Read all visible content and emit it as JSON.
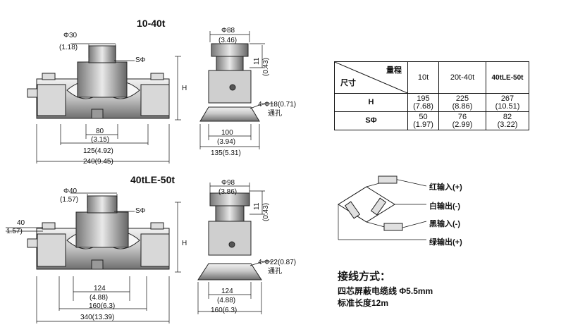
{
  "top_view": {
    "title": "10-40t",
    "d_pin": "Φ30",
    "d_pin_in": "(1.18)",
    "sphi": "SΦ",
    "h": "H",
    "w80": "80",
    "w80_in": "(3.15)",
    "w125": "125(4.92)",
    "w240": "240(9.45)",
    "side_d": "Φ88",
    "side_d_in": "(3.46)",
    "side_11": "11",
    "side_11_in": "(0.43)",
    "hole": "4-Φ18(0.71)",
    "hole_note": "通孔",
    "side_100": "100",
    "side_100_in": "(3.94)",
    "side_135": "135(5.31)"
  },
  "bottom_view": {
    "title": "40tLE-50t",
    "d_pin": "Φ40",
    "d_pin_in": "(1.57)",
    "sphi": "SΦ",
    "h": "H",
    "w40": "40",
    "w40_in": "1.57)",
    "w124": "124",
    "w124_in": "(4.88)",
    "w160": "160(6.3)",
    "w340": "340(13.39)",
    "side_d": "Φ98",
    "side_d_in": "(3.86)",
    "side_11": "11",
    "side_11_in": "(0.43)",
    "hole": "4-Φ22(0.87)",
    "hole_note": "通孔",
    "side_124": "124",
    "side_124_in": "(4.88)",
    "side_160": "160(6.3)"
  },
  "table": {
    "corner_top": "量程",
    "corner_bottom": "尺寸",
    "cols": [
      "10t",
      "20t-40t",
      "40tLE-50t"
    ],
    "rows": [
      {
        "label": "H",
        "values": [
          "195\n(7.68)",
          "225\n(8.86)",
          "267\n(10.51)"
        ]
      },
      {
        "label": "SΦ",
        "values": [
          "50\n(1.97)",
          "76\n(2.99)",
          "82\n(3.22)"
        ]
      }
    ]
  },
  "wiring": {
    "red": "红输入(+)",
    "white": "白输出(-)",
    "black": "黑输入(-)",
    "green": "绿输出(+)"
  },
  "connection": {
    "title": "接线方式：",
    "line1": "四芯屏蔽电缆线 Φ5.5mm",
    "line2": "标准长度12m"
  }
}
